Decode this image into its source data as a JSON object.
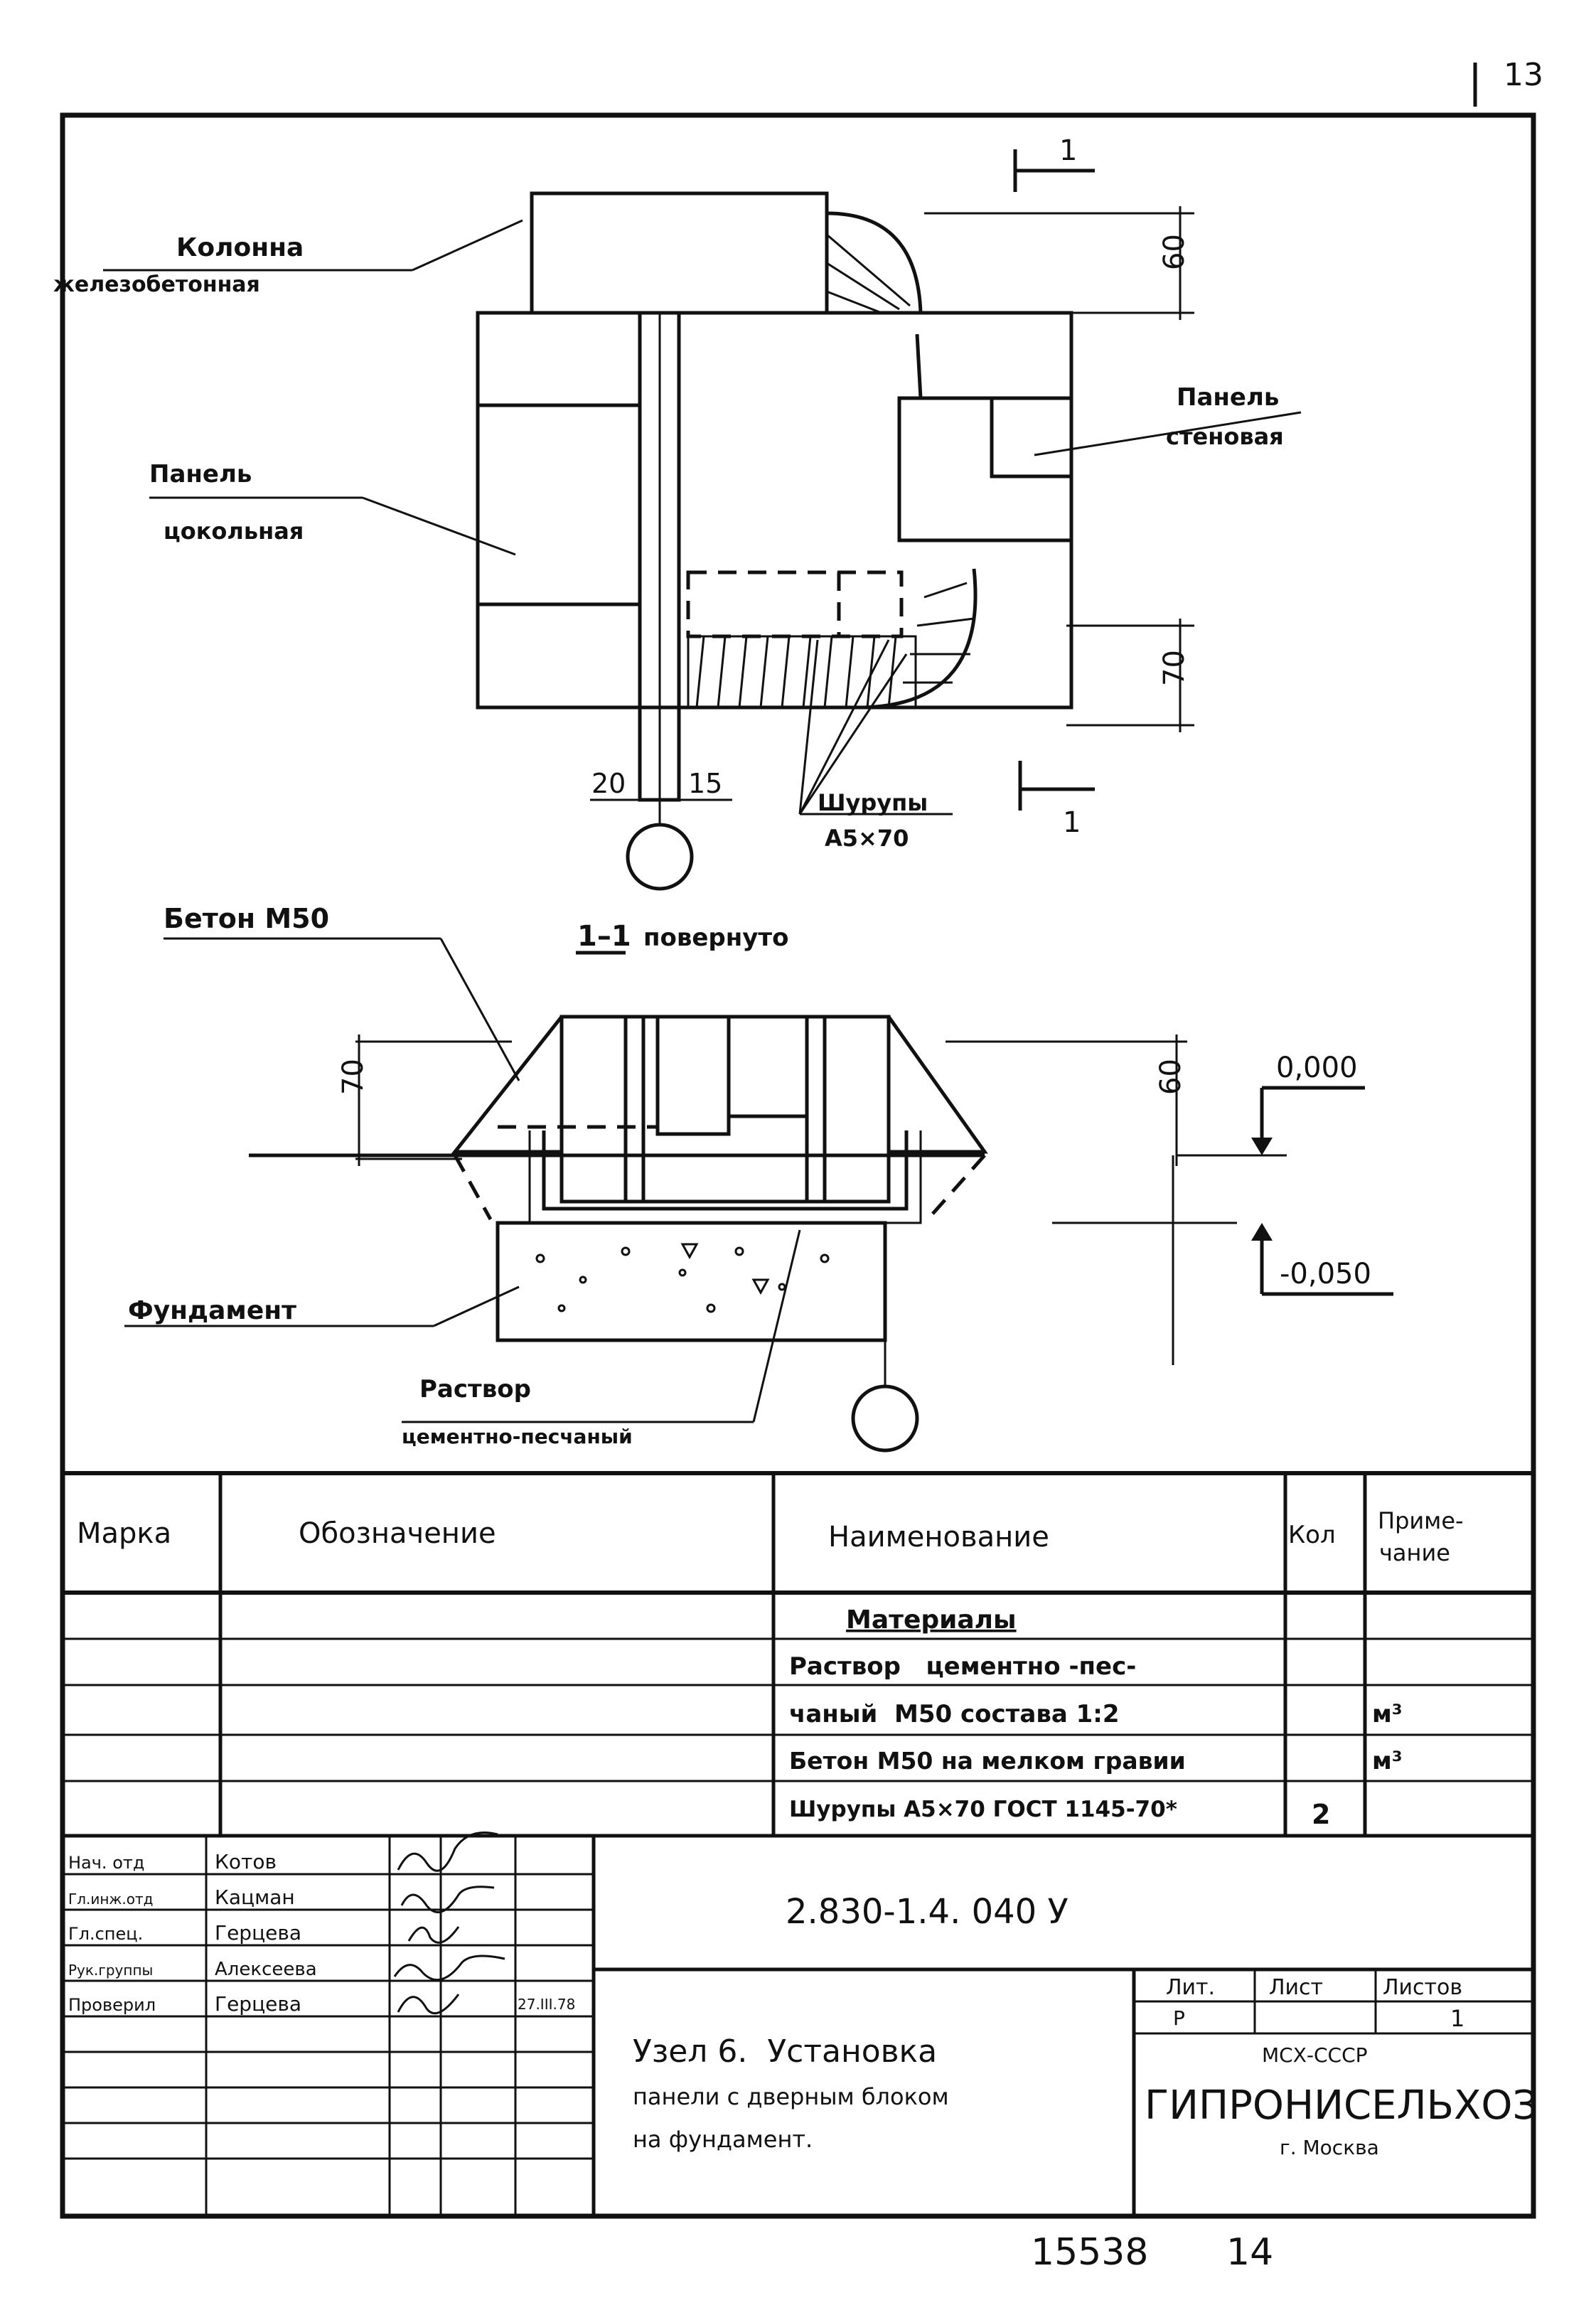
{
  "page_number": "13",
  "plan": {
    "section_mark": "1",
    "labels": {
      "column_line1": "Колонна",
      "column_line2": "железобетонная",
      "plinth_panel_line1": "Панель",
      "plinth_panel_line2": "цокольная",
      "wall_panel_line1": "Панель",
      "wall_panel_line2": "стеновая",
      "screws_line1": "Шурупы",
      "screws_line2": "А5×70"
    },
    "dims": {
      "top": "60",
      "bottom": "70",
      "left": "20",
      "right": "15"
    }
  },
  "section": {
    "title_number": "1–1",
    "title_text": "повернуто",
    "labels": {
      "concrete": "Бетон М50",
      "foundation": "Фундамент",
      "mortar_line1": "Раствор",
      "mortar_line2": "цементно-песчаный"
    },
    "dims": {
      "left": "70",
      "right": "60"
    },
    "levels": {
      "top": "0,000",
      "bottom": "-0,050"
    }
  },
  "spec_table": {
    "headers": [
      "Марка",
      "Обозначение",
      "Наименование",
      "Кол",
      "Приме-",
      "чание"
    ],
    "rows": [
      {
        "name": "Материалы",
        "qty": "",
        "note": ""
      },
      {
        "name": "Раствор   цементно -пес-",
        "qty": "",
        "note": ""
      },
      {
        "name": "чаный  М50 состава 1:2",
        "qty": "",
        "note": "м³"
      },
      {
        "name": "Бетон М50 на мелком гравии",
        "qty": "",
        "note": "м³"
      },
      {
        "name": "Шурупы А5×70 ГОСТ 1145-70*",
        "qty": "2",
        "note": ""
      }
    ]
  },
  "title_block": {
    "signers": [
      {
        "role": "Нач. отд",
        "name": "Котов",
        "date": ""
      },
      {
        "role": "Гл.инж.отд",
        "name": "Кацман",
        "date": ""
      },
      {
        "role": "Гл.спец.",
        "name": "Герцева",
        "date": ""
      },
      {
        "role": "Рук.группы",
        "name": "Алексеева",
        "date": ""
      },
      {
        "role": "Проверил",
        "name": "Герцева",
        "date": "27.III.78"
      }
    ],
    "doc_code": "2.830-1.4. 040 У",
    "title_line1": "Узел 6.  Установка",
    "title_line2": "панели с дверным блоком",
    "title_line3": "на фундамент.",
    "lit_label": "Лит.",
    "sheet_label": "Лист",
    "sheets_label": "Листов",
    "lit_value": "Р",
    "sheet_value": "",
    "sheets_value": "1",
    "org_line1": "МСХ-СССР",
    "org_line2": "ГИПРОНИСЕЛЬХОЗ",
    "org_line3": "г. Москва"
  },
  "footer": {
    "inventory": "15538",
    "number": "14"
  }
}
